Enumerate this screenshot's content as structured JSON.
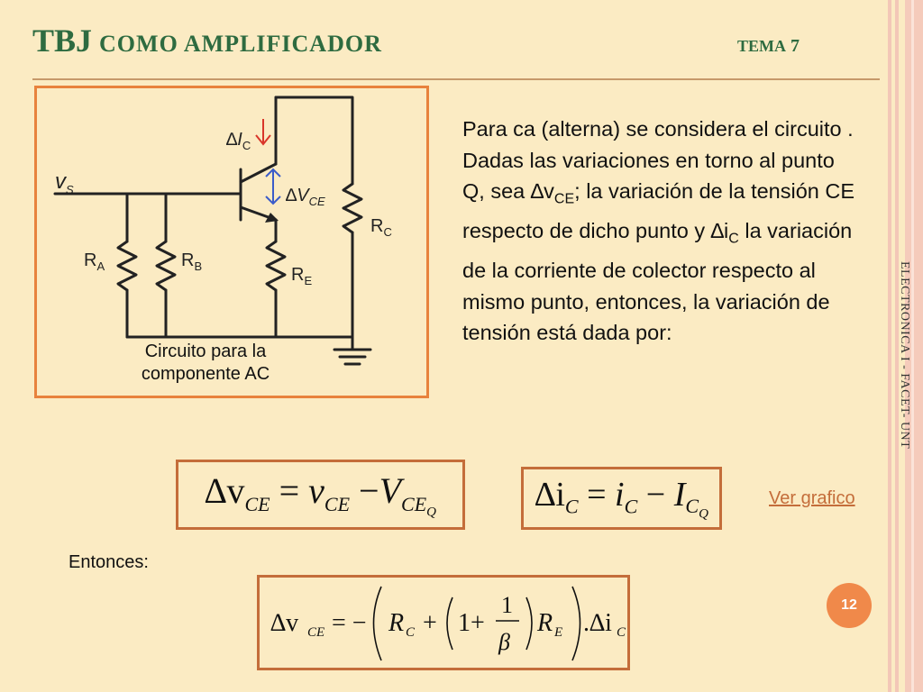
{
  "slide": {
    "title": "TBJ",
    "title_rest": "como amplificador",
    "tema_label": "tema",
    "tema_number": "7",
    "side_text": "ELECTRONICA I - FACET- UNT",
    "page_number": "12"
  },
  "circuit": {
    "vs": {
      "main": "v",
      "sub": "S"
    },
    "delta_ic": {
      "prefix": "∆",
      "main": "I",
      "sub": "C"
    },
    "delta_vce": {
      "prefix": "∆",
      "main": "V",
      "sub": "CE"
    },
    "rc": {
      "main": "R",
      "sub": "C"
    },
    "ra": {
      "main": "R",
      "sub": "A"
    },
    "rb": {
      "main": "R",
      "sub": "B"
    },
    "re": {
      "main": "R",
      "sub": "E"
    },
    "caption_line1": "Circuito para la",
    "caption_line2": "componente AC"
  },
  "paragraph": {
    "t1": "Para ca (alterna) se considera el circuito . Dadas las variaciones en torno al punto Q, sea ",
    "dv": "∆v",
    "dv_sub": "CE",
    "t2": "; la variación de la tensión CE respecto de dicho punto y ",
    "di": "∆i",
    "di_sub": "C",
    "t3": " la variación de la corriente de colector respecto al mismo punto, entonces, la variación de tensión está dada por:"
  },
  "equations": {
    "eq1": {
      "lhs": "∆v",
      "lhs_sub": "CE",
      "eq": "=",
      "t1": "v",
      "t1_sub": "CE",
      "minus": "−",
      "t2": "V",
      "t2_sub": "CE",
      "t2_subsub": "Q"
    },
    "eq2": {
      "lhs": "∆i",
      "lhs_sub": "C",
      "eq": "=",
      "t1": "i",
      "t1_sub": "C",
      "minus": "−",
      "t2": "I",
      "t2_sub": "C",
      "t2_subsub": "Q"
    },
    "eq3": {
      "lhs": "∆v",
      "lhs_sub": "CE",
      "eq": "= −",
      "rc": "R",
      "rc_sub": "C",
      "plus1": "+",
      "one": "1+",
      "num": "1",
      "den": "β",
      "re": "R",
      "re_sub": "E",
      "dot_di": ".∆i",
      "di_sub": "C"
    }
  },
  "link": {
    "ver_grafico": "Ver grafico"
  },
  "entonces": "Entonces:",
  "colors": {
    "title": "#2e6b40",
    "accent": "#e8823d",
    "box_border": "#c46d3a",
    "background": "#fbebc3",
    "arrow_red": "#d9362a",
    "arrow_blue": "#3b5cc9"
  }
}
